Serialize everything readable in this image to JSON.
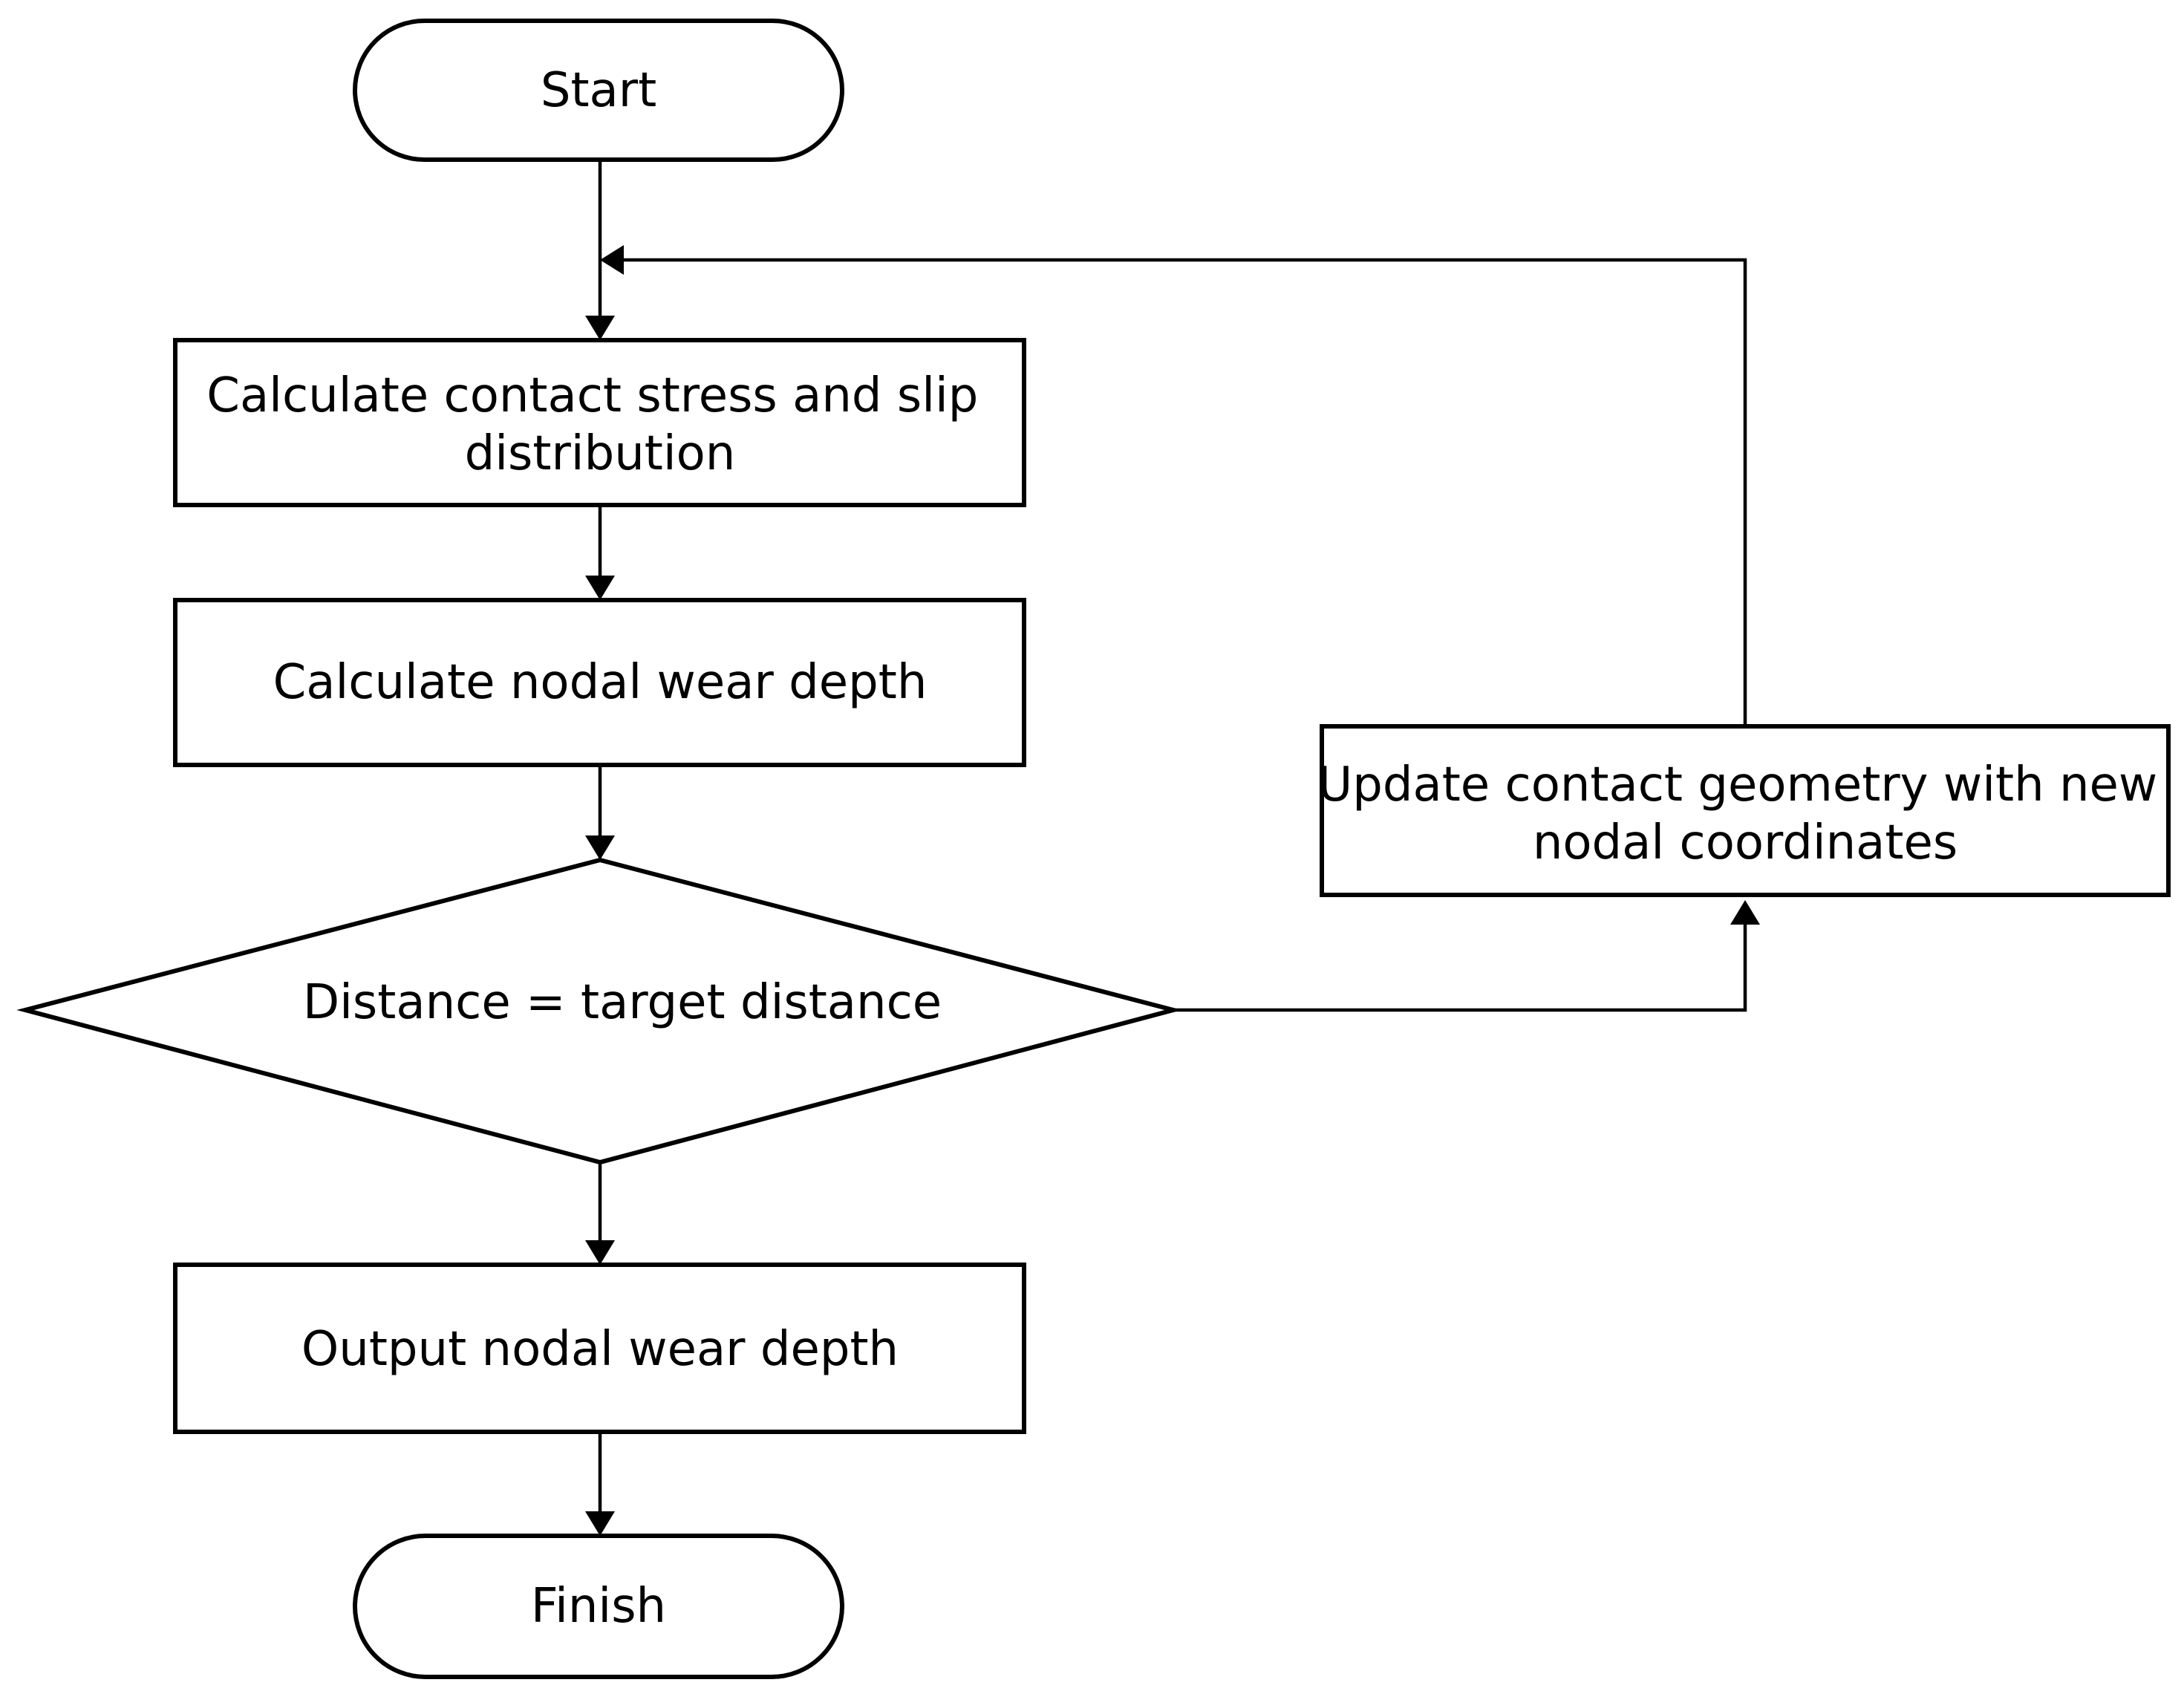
{
  "nodes": {
    "start": {
      "label": "Start"
    },
    "calc_stress": {
      "line1": "Calculate contact stress and slip",
      "line2": "distribution"
    },
    "calc_wear": {
      "label": "Calculate nodal wear depth"
    },
    "decision": {
      "label": "Distance =  target distance"
    },
    "output": {
      "label": "Output nodal wear depth"
    },
    "finish": {
      "label": "Finish"
    },
    "update_geometry": {
      "line1": "Update contact geometry with new",
      "line2": "nodal coordinates"
    }
  },
  "colors": {
    "stroke": "#000000",
    "fill": "#ffffff",
    "text": "#000000"
  }
}
